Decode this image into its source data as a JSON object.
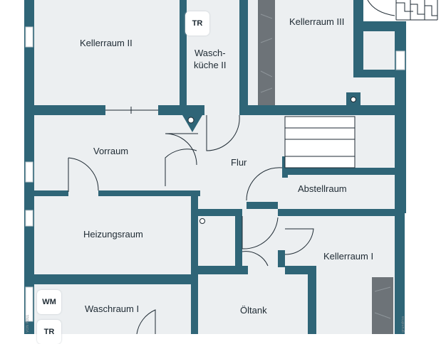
{
  "rooms": {
    "kellerraum_2": "Kellerraum II",
    "waschkueche_2_line1": "Wasch-",
    "waschkueche_2_line2": "küche II",
    "kellerraum_3": "Kellerraum III",
    "vorraum": "Vorraum",
    "flur": "Flur",
    "abstellraum": "Abstellraum",
    "heizungsraum": "Heizungsraum",
    "kellerraum_1": "Kellerraum I",
    "waschraum_1": "Waschraum I",
    "oeltank": "Öltank"
  },
  "appliances": {
    "tr_top": "TR",
    "wm": "WM",
    "tr_bottom": "TR"
  },
  "edge_text": {
    "left": "VON POLL",
    "right": "grundriss"
  },
  "colors": {
    "wall": "#2f6577",
    "floor": "#eceff1",
    "outside": "#ffffff",
    "window": "#ffffff",
    "stone": "#6d7378",
    "label": "#1e2a33"
  },
  "icons": [
    "stairs-icon",
    "door-swing-icon",
    "window-icon",
    "chimney-icon",
    "support-pillar-icon"
  ]
}
